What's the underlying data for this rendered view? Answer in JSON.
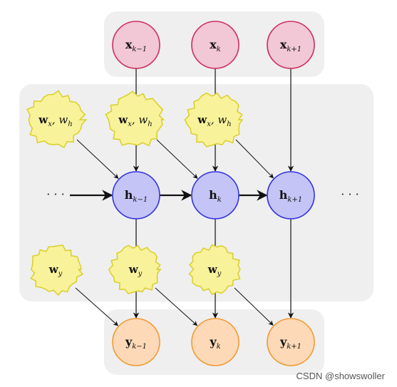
{
  "colors": {
    "panel": "#efefef",
    "x_fill": "#f2c7d6",
    "x_stroke": "#cc2f5e",
    "h_fill": "#c4c4f7",
    "h_stroke": "#3232e0",
    "y_fill": "#fdd9b7",
    "y_stroke": "#f29a35",
    "param_fill": "#f8f29a",
    "param_stroke": "#d9cf2a",
    "arrow": "#111111"
  },
  "inputs": [
    {
      "base": "x",
      "sub": "k−1"
    },
    {
      "base": "x",
      "sub": "k"
    },
    {
      "base": "x",
      "sub": "k+1"
    }
  ],
  "hidden": [
    {
      "base": "h",
      "sub": "k−1"
    },
    {
      "base": "h",
      "sub": "k"
    },
    {
      "base": "h",
      "sub": "k+1"
    }
  ],
  "outputs": [
    {
      "base": "y",
      "sub": "k−1"
    },
    {
      "base": "y",
      "sub": "k"
    },
    {
      "base": "y",
      "sub": "k+1"
    }
  ],
  "hidden_params": [
    {
      "w": "w",
      "wsub": "x",
      "sep": ", ",
      "v": "w",
      "vsub": "h"
    },
    {
      "w": "w",
      "wsub": "x",
      "sep": ", ",
      "v": "w",
      "vsub": "h"
    },
    {
      "w": "w",
      "wsub": "x",
      "sep": ", ",
      "v": "w",
      "vsub": "h"
    }
  ],
  "output_params": [
    {
      "w": "w",
      "wsub": "y"
    },
    {
      "w": "w",
      "wsub": "y"
    },
    {
      "w": "w",
      "wsub": "y"
    }
  ],
  "ellipsis_left": "· · ·",
  "ellipsis_right": "· · ·",
  "watermark": "CSDN @showswoller"
}
